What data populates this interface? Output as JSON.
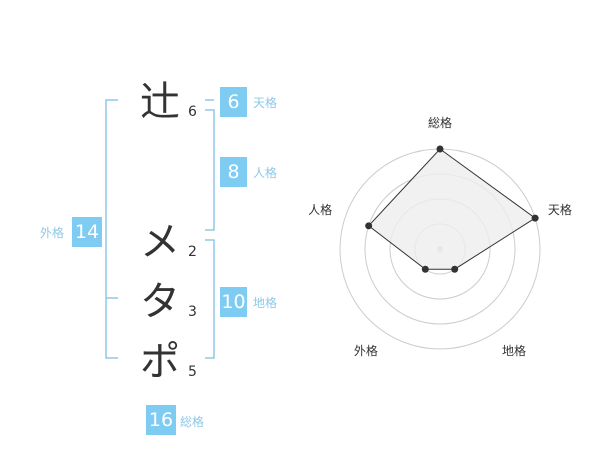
{
  "name": {
    "chars": [
      {
        "char": "辻",
        "strokes": "6"
      },
      {
        "char": "メ",
        "strokes": "2"
      },
      {
        "char": "タ",
        "strokes": "3"
      },
      {
        "char": "ポ",
        "strokes": "5"
      }
    ]
  },
  "scores": {
    "tenkaku": {
      "value": "6",
      "label": "天格"
    },
    "jinkaku": {
      "value": "8",
      "label": "人格"
    },
    "chikaku": {
      "value": "10",
      "label": "地格"
    },
    "gaikaku": {
      "value": "14",
      "label": "外格"
    },
    "soukaku": {
      "value": "16",
      "label": "総格"
    }
  },
  "chart_data": {
    "type": "radar",
    "axes": [
      "総格",
      "天格",
      "地格",
      "外格",
      "人格"
    ],
    "values": [
      4,
      4,
      1,
      1,
      3
    ],
    "max": 4,
    "rings": 4,
    "fill_color": "#eeeeee",
    "line_color": "#333333",
    "grid_color": "#cccccc"
  }
}
